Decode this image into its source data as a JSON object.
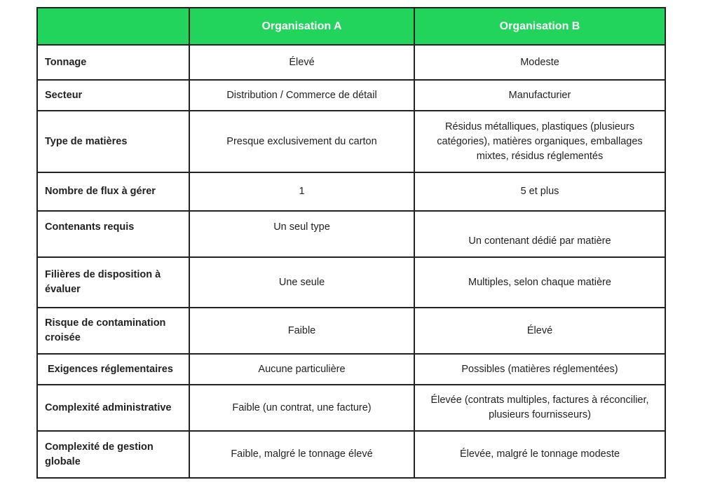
{
  "header": {
    "col0": "",
    "col1": "Organisation A",
    "col2": "Organisation B"
  },
  "rows": [
    {
      "label": "Tonnage",
      "a": "Élevé",
      "b": "Modeste"
    },
    {
      "label": "Secteur",
      "a": "Distribution / Commerce de détail",
      "b": "Manufacturier"
    },
    {
      "label": "Type de matières",
      "a": "Presque exclusivement du carton",
      "b": "Résidus métalliques, plastiques (plusieurs catégories), matières organiques, emballages mixtes, résidus réglementés"
    },
    {
      "label": "Nombre de flux à gérer",
      "a": "1",
      "b": "5 et plus"
    },
    {
      "label": "Contenants requis",
      "a": "Un seul type",
      "b": "Un contenant dédié par matière"
    },
    {
      "label": "Filières de disposition à évaluer",
      "a": "Une seule",
      "b": "Multiples, selon chaque matière"
    },
    {
      "label": "Risque de contamination croisée",
      "a": "Faible",
      "b": "Élevé"
    },
    {
      "label": "Exigences réglementaires",
      "a": "Aucune particulière",
      "b": "Possibles (matières réglementées)"
    },
    {
      "label": "Complexité administrative",
      "a": "Faible (un contrat, une facture)",
      "b": "Élevée (contrats multiples, factures à réconcilier, plusieurs fournisseurs)"
    },
    {
      "label": "Complexité de gestion globale",
      "a": "Faible, malgré le tonnage élevé",
      "b": "Élevée, malgré le tonnage modeste"
    }
  ],
  "colors": {
    "header_bg": "#22d35c",
    "header_text": "#ffffff",
    "border": "#222222"
  }
}
